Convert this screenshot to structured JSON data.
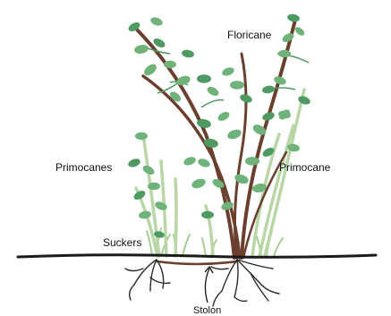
{
  "labels": {
    "floricane": "Floricane",
    "primocanes": "Primocanes",
    "primocane": "Primocane",
    "suckers": "Suckers",
    "stolon": "Stolon"
  },
  "colors": {
    "cane_brown": "#6b3f2e",
    "leaf_green": "#6fb37a",
    "leaf_dark": "#4f9a62",
    "primocane_green": "#b9d7a6",
    "grass_green": "#a9cf95",
    "soil": "#1a1a1a",
    "root": "#2a2a2a"
  }
}
